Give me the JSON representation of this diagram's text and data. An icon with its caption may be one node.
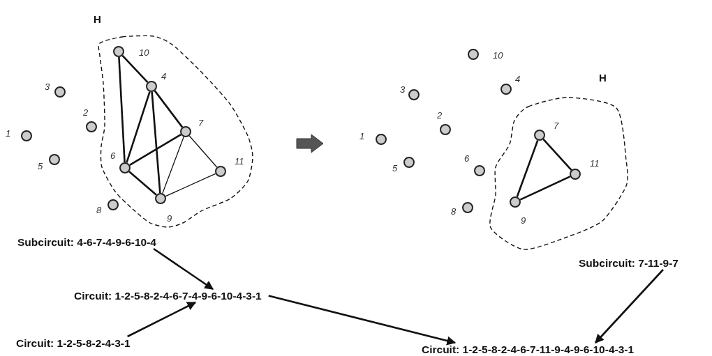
{
  "diagram": {
    "nodes": [
      {
        "text": [
          "H"
        ]
      },
      {
        "text": [],
        "shape": "circle",
        "beside": [
          "1"
        ]
      },
      {
        "text": [],
        "shape": "circle",
        "beside": [
          "2"
        ]
      },
      {
        "text": [],
        "shape": "circle",
        "beside": [
          "3"
        ]
      },
      {
        "text": [],
        "shape": "circle",
        "beside": [
          "4"
        ],
        "in": 0
      },
      {
        "text": [],
        "shape": "circle",
        "beside": [
          "5"
        ]
      },
      {
        "text": [],
        "shape": "circle",
        "beside": [
          "6"
        ],
        "in": 0
      },
      {
        "text": [],
        "shape": "circle",
        "beside": [
          "7"
        ],
        "in": 0
      },
      {
        "text": [],
        "shape": "circle",
        "beside": [
          "8"
        ]
      },
      {
        "text": [],
        "shape": "circle",
        "beside": [
          "9"
        ],
        "in": 0
      },
      {
        "text": [],
        "shape": "circle",
        "beside": [
          "10"
        ],
        "in": 0
      },
      {
        "text": [],
        "shape": "circle",
        "beside": [
          "11"
        ],
        "in": 0
      },
      {
        "text": [
          "H"
        ]
      },
      {
        "text": [],
        "shape": "circle",
        "beside": [
          "1"
        ]
      },
      {
        "text": [],
        "shape": "circle",
        "beside": [
          "2"
        ]
      },
      {
        "text": [],
        "shape": "circle",
        "beside": [
          "3"
        ]
      },
      {
        "text": [],
        "shape": "circle",
        "beside": [
          "4"
        ]
      },
      {
        "text": [],
        "shape": "circle",
        "beside": [
          "5"
        ]
      },
      {
        "text": [],
        "shape": "circle",
        "beside": [
          "6"
        ]
      },
      {
        "text": [],
        "shape": "circle",
        "beside": [
          "7"
        ],
        "in": 12
      },
      {
        "text": [],
        "shape": "circle",
        "beside": [
          "8"
        ]
      },
      {
        "text": [],
        "shape": "circle",
        "beside": [
          "9"
        ],
        "in": 12
      },
      {
        "text": [],
        "shape": "circle",
        "beside": [
          "10"
        ]
      },
      {
        "text": [],
        "shape": "circle",
        "beside": [
          "11"
        ],
        "in": 12
      },
      {
        "text": [
          "Subcircuit: 4-6-7-4-9-6-10-4"
        ]
      },
      {
        "text": [
          "Circuit: 1-2-5-8-2-4-6-7-4-9-6-10-4-3-1"
        ]
      },
      {
        "text": [
          "Circuit: 1-2-5-8-2-4-3-1"
        ]
      },
      {
        "text": [
          "Subcircuit: 7-11-9-7"
        ]
      },
      {
        "text": [
          "Circuit: 1-2-5-8-2-4-6-7-11-9-4-9-6-10-4-3-1"
        ]
      }
    ],
    "edges": [
      {
        "from": 10,
        "to": 4,
        "arrow": "none"
      },
      {
        "from": 10,
        "to": 6,
        "arrow": "none"
      },
      {
        "from": 4,
        "to": 6,
        "arrow": "none"
      },
      {
        "from": 4,
        "to": 7,
        "arrow": "none"
      },
      {
        "from": 4,
        "to": 9,
        "arrow": "none"
      },
      {
        "from": 6,
        "to": 7,
        "arrow": "none"
      },
      {
        "from": 6,
        "to": 9,
        "arrow": "none"
      },
      {
        "from": 7,
        "to": 9,
        "arrow": "none"
      },
      {
        "from": 7,
        "to": 11,
        "arrow": "none"
      },
      {
        "from": 11,
        "to": 9,
        "arrow": "none"
      },
      {
        "from": 19,
        "to": 23,
        "arrow": "none"
      },
      {
        "from": 23,
        "to": 21,
        "arrow": "none"
      },
      {
        "from": 21,
        "to": 19,
        "arrow": "none"
      },
      {
        "from": 24,
        "to": 25,
        "arrow": "to"
      },
      {
        "from": 26,
        "to": 25,
        "arrow": "to"
      },
      {
        "from": 25,
        "to": 28,
        "arrow": "to"
      },
      {
        "from": 27,
        "to": 28,
        "arrow": "to"
      }
    ]
  }
}
